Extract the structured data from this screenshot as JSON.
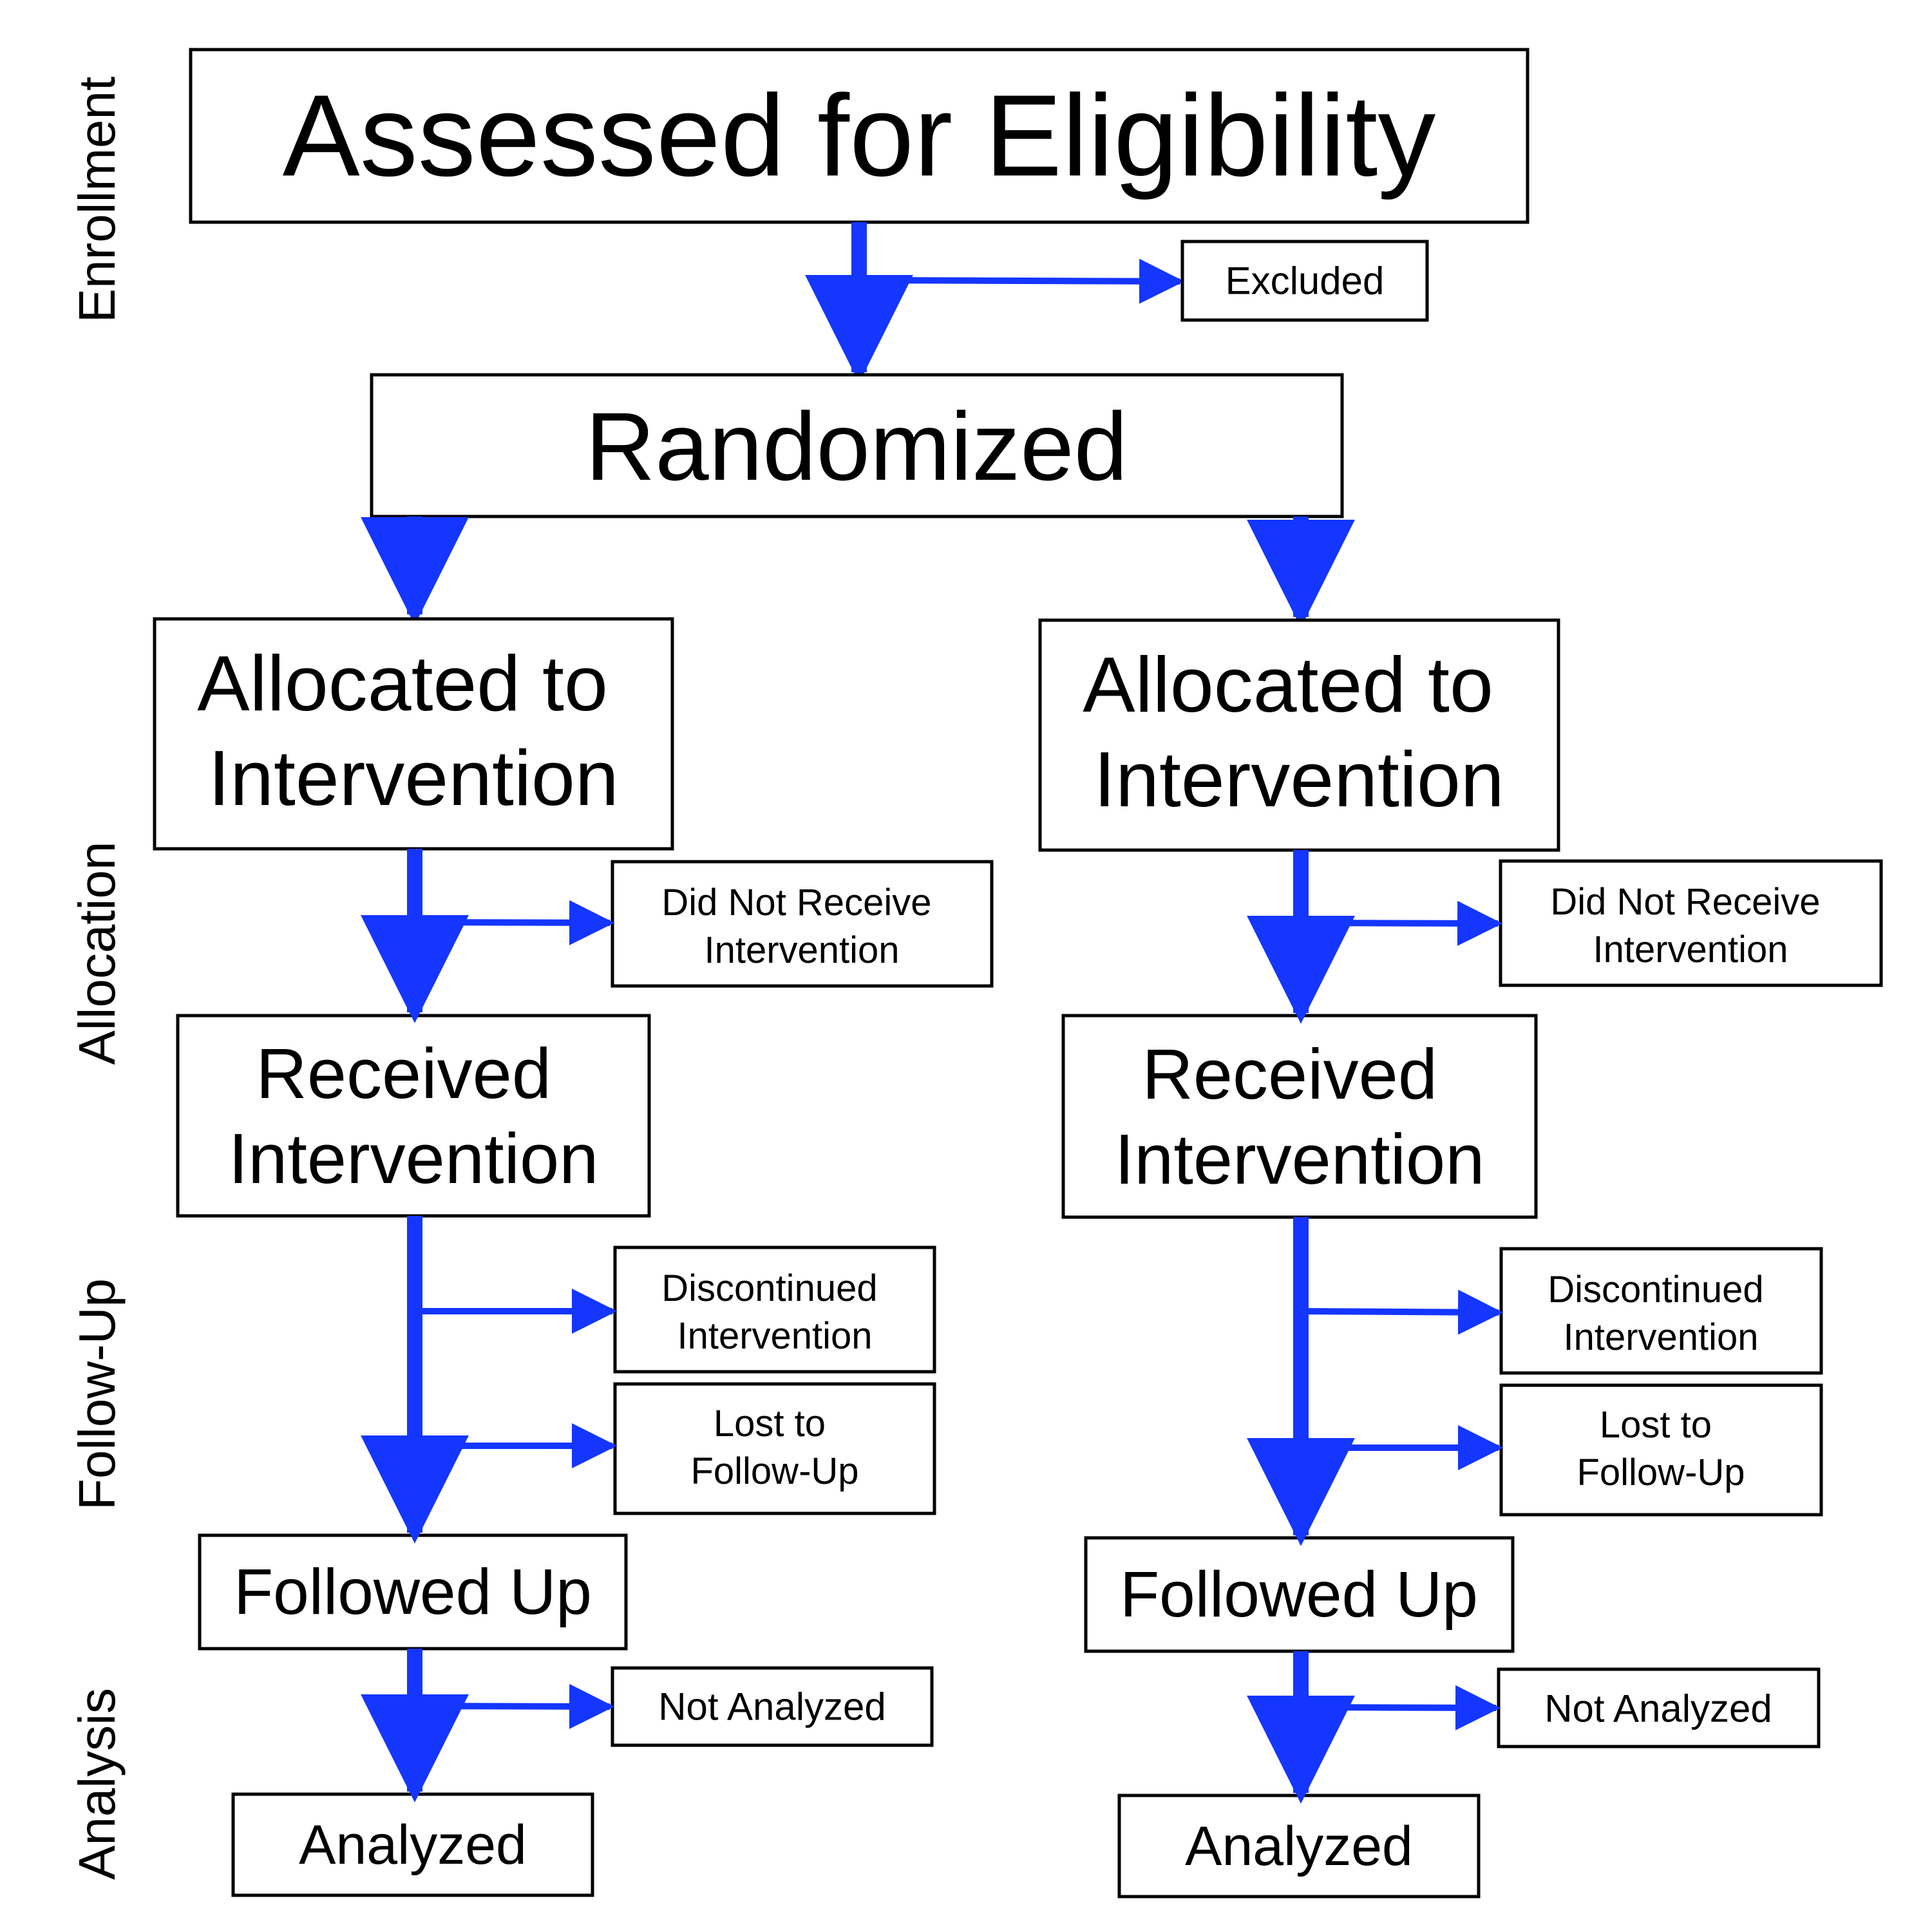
{
  "colors": {
    "arrow": "#1436ff",
    "box_border": "#000000",
    "text": "#000000",
    "background": "#ffffff"
  },
  "phases": {
    "enrollment": "Enrollment",
    "allocation": "Allocation",
    "follow_up": "Follow-Up",
    "analysis": "Analysis"
  },
  "enrollment": {
    "assessed": "Assessed for Eligibility",
    "excluded": "Excluded",
    "randomized": "Randomized"
  },
  "arms": [
    {
      "allocated": [
        "Allocated to",
        "Intervention"
      ],
      "did_not_receive": [
        "Did Not Receive",
        "Intervention"
      ],
      "received": [
        "Received",
        "Intervention"
      ],
      "discontinued": [
        "Discontinued",
        "Intervention"
      ],
      "lost": [
        "Lost to",
        "Follow-Up"
      ],
      "followed_up": "Followed Up",
      "not_analyzed": "Not Analyzed",
      "analyzed": "Analyzed"
    },
    {
      "allocated": [
        "Allocated to",
        "Intervention"
      ],
      "did_not_receive": [
        "Did Not Receive",
        "Intervention"
      ],
      "received": [
        "Received",
        "Intervention"
      ],
      "discontinued": [
        "Discontinued",
        "Intervention"
      ],
      "lost": [
        "Lost to",
        "Follow-Up"
      ],
      "followed_up": "Followed Up",
      "not_analyzed": "Not Analyzed",
      "analyzed": "Analyzed"
    }
  ]
}
